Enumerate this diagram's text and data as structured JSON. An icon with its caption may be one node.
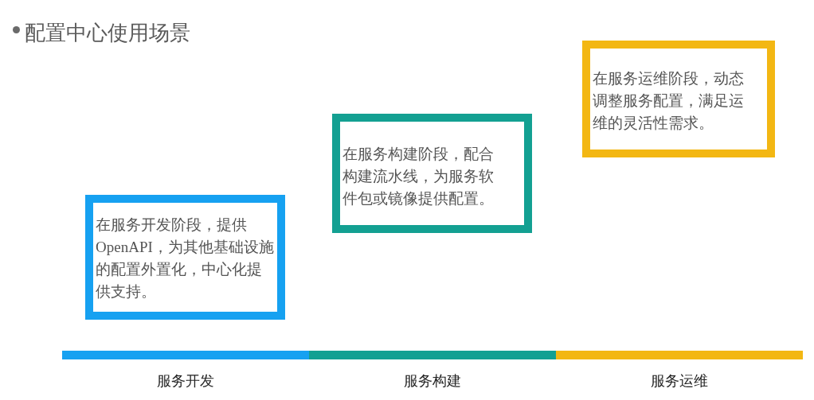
{
  "diagram": {
    "title": "配置中心使用场景",
    "nodes": [
      {
        "text": [
          "在服务开发阶段，提供OpenAPI，为其他基础设施的配置外置化，中心化提供支持。"
        ]
      },
      {
        "text": [
          "在服务构建阶段，配合构建流水线，为服务软件包或镜像提供配置。"
        ]
      },
      {
        "text": [
          "在服务运维阶段，动态调整服务配置，满足运维的灵活性需求。"
        ]
      },
      {
        "text": [
          "服务开发"
        ]
      },
      {
        "text": [
          "服务构建"
        ]
      },
      {
        "text": [
          "服务运维"
        ]
      }
    ],
    "edges": []
  }
}
